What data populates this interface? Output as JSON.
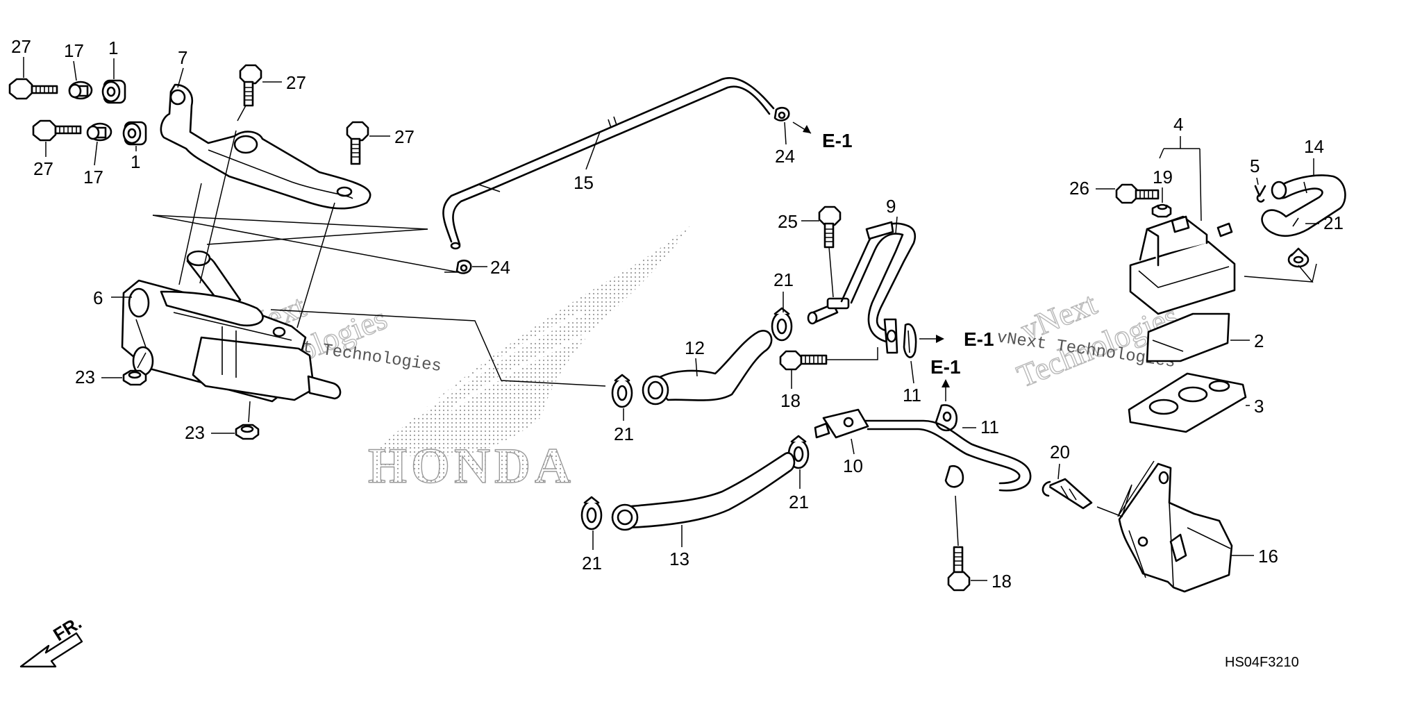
{
  "diagram": {
    "code": "HS04F3210",
    "direction_label": "FR.",
    "reference_label": "E-1",
    "watermark_brand": "HONDA",
    "watermark_lines": [
      "vNext",
      "Technologies"
    ],
    "watermark_inline": "vNext Technologies"
  },
  "callouts": {
    "c1a": "1",
    "c1b": "1",
    "c2": "2",
    "c3": "3",
    "c4": "4",
    "c5": "5",
    "c6": "6",
    "c7": "7",
    "c9": "9",
    "c10": "10",
    "c11a": "11",
    "c11b": "11",
    "c12": "12",
    "c13": "13",
    "c14": "14",
    "c15": "15",
    "c16": "16",
    "c17a": "17",
    "c17b": "17",
    "c18a": "18",
    "c18b": "18",
    "c19": "19",
    "c20": "20",
    "c21a": "21",
    "c21b": "21",
    "c21c": "21",
    "c21d": "21",
    "c21e": "21",
    "c23a": "23",
    "c23b": "23",
    "c24a": "24",
    "c24b": "24",
    "c25": "25",
    "c26": "26",
    "c27a": "27",
    "c27b": "27",
    "c27c": "27",
    "c27d": "27"
  },
  "references": {
    "e1a": "E-1",
    "e1b": "E-1",
    "e1c": "E-1"
  }
}
